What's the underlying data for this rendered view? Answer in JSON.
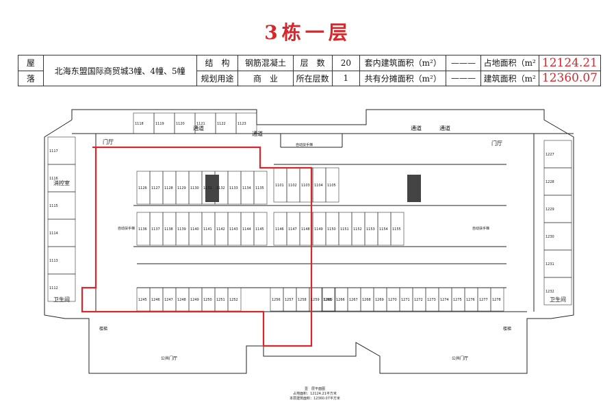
{
  "title": "3栋一层",
  "info_table": {
    "row1": {
      "label_a": "屋",
      "address": "北海东盟国际商贸城3幢、4幢、5幢",
      "structure_label": "结　构",
      "structure_value": "钢筋混凝土",
      "floors_label": "层　数",
      "floors_value": "20",
      "inner_area_label": "套内建筑面积（m²）",
      "inner_area_value": "———",
      "land_area_label": "占地面积（m²",
      "land_area_value": "12124.21"
    },
    "row2": {
      "label_b": "落",
      "usage_label": "规划用途",
      "usage_value": "商　业",
      "floor_at_label": "所在层数",
      "floor_at_value": "1",
      "shared_area_label": "共有分摊面积（m²）",
      "shared_area_value": "———",
      "building_area_label": "建筑面积（m²",
      "building_area_value": "12360.07"
    }
  },
  "plan": {
    "room_labels": {
      "left_office": "消控室",
      "left_toilet": "卫生间",
      "right_toilet": "卫生间",
      "left_door": "门厅",
      "right_door": "门厅",
      "passage_a": "通道",
      "passage_b": "通道",
      "passage_c": "通道",
      "passage_d": "通道",
      "escalator_top": "自动扶手梯",
      "escalator_left": "自动扶手梯",
      "escalator_right": "自动扶手梯",
      "stairs_left": "楼梯",
      "stairs_right": "楼梯",
      "lobby_left": "公共门厅",
      "lobby_right": "公共门厅"
    },
    "unit_numbers": {
      "left_col": [
        "1117",
        "1116",
        "1115",
        "1114",
        "1113",
        "1112"
      ],
      "top_row_left": [
        "1118",
        "1119",
        "1120",
        "1121",
        "1122",
        "1123"
      ],
      "right_col": [
        "1227",
        "1228",
        "1229",
        "1230",
        "1231",
        "1232"
      ],
      "grid_a": [
        "1126",
        "1127",
        "1128",
        "1129",
        "1130",
        "1131",
        "1132",
        "1133",
        "1134",
        "1135"
      ],
      "grid_b": [
        "1136",
        "1137",
        "1138",
        "1139",
        "1140",
        "1141",
        "1142",
        "1143",
        "1144",
        "1145"
      ],
      "grid_c": [
        "1146",
        "1147",
        "1148",
        "1149",
        "1150",
        "1151",
        "1152",
        "1153",
        "1154",
        "1155"
      ],
      "row_low_left": [
        "1245",
        "1246",
        "1247",
        "1248",
        "1249",
        "1250",
        "1251",
        "1252"
      ],
      "row_low_mid": [
        "1256",
        "1257",
        "1258",
        "1259",
        "1260"
      ],
      "row_low_right": [
        "1265",
        "1266",
        "1267",
        "1268",
        "1269",
        "1270",
        "1271",
        "1272",
        "1273",
        "1274",
        "1275",
        "1276",
        "1277",
        "1278"
      ],
      "top_right": [
        "1101",
        "1102",
        "1103",
        "1104",
        "1105"
      ]
    }
  },
  "legend": {
    "line1": "壹　层平面图",
    "line2": "占地面积：12124.21平方米",
    "line3": "本层建筑面积：12360.07平方米"
  }
}
